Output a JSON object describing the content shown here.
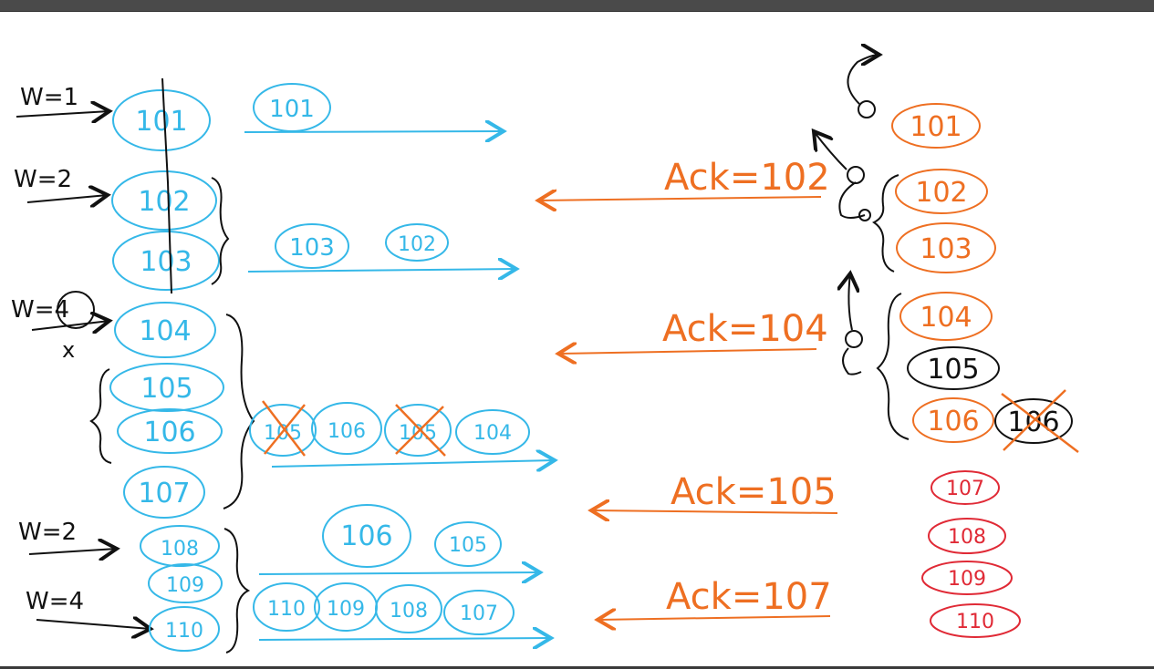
{
  "colors": {
    "sender": "#35b8e8",
    "receiver": "#ee6f22",
    "buffer": "#e02a36",
    "ink": "#111111",
    "background": "#ffffff",
    "toolbar": "#4a4a4a"
  },
  "window_labels": [
    "W=1",
    "W=2",
    "W=4",
    "W=2",
    "W=4"
  ],
  "sender_packets": [
    "101",
    "102",
    "103",
    "104",
    "105",
    "106",
    "107",
    "108",
    "109",
    "110"
  ],
  "sent_messages": {
    "round1": [
      "101"
    ],
    "round2": [
      "103",
      "102"
    ],
    "round3": [
      "105",
      "106",
      "105",
      "104"
    ],
    "round4a": [
      "106",
      "105"
    ],
    "round4b": [
      "110",
      "109",
      "108",
      "107"
    ]
  },
  "acks": [
    "Ack=102",
    "Ack=104",
    "Ack=105",
    "Ack=107"
  ],
  "receiver_packets": [
    "101",
    "102",
    "103",
    "104",
    "105",
    "106",
    "106"
  ],
  "buffer_packets": [
    "107",
    "108",
    "109",
    "110"
  ],
  "x_mark": "x"
}
